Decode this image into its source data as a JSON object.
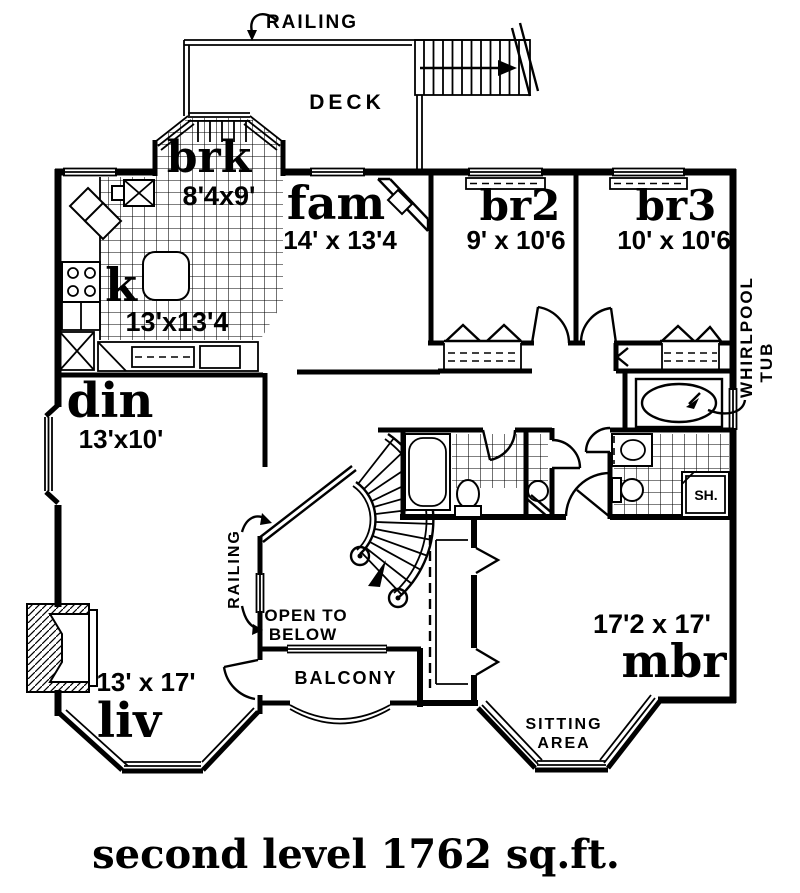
{
  "title": "second level 1762 sq.ft.",
  "rooms": {
    "brk": {
      "name": "brk",
      "dims": "8'4x9'"
    },
    "fam": {
      "name": "fam",
      "dims": "14' x 13'4"
    },
    "br2": {
      "name": "br2",
      "dims": "9' x 10'6"
    },
    "br3": {
      "name": "br3",
      "dims": "10' x 10'6"
    },
    "kitchen": {
      "name": "k",
      "dims": "13'x13'4"
    },
    "din": {
      "name": "din",
      "dims": "13'x10'"
    },
    "liv": {
      "name": "liv",
      "dims": "13' x 17'"
    },
    "mbr": {
      "name": "mbr",
      "dims": "17'2 x 17'"
    }
  },
  "annotations": {
    "deck": "DECK",
    "railing_top": "RAILING",
    "railing_mid": "RAILING",
    "open_to_below_line1": "OPEN TO",
    "open_to_below_line2": "BELOW",
    "balcony": "BALCONY",
    "sitting_line1": "SITTING",
    "sitting_line2": "AREA",
    "whirlpool_line1": "WHIRLPOOL",
    "whirlpool_line2": "TUB",
    "shower": "SH."
  },
  "colors": {
    "ink": "#000000",
    "paper": "#ffffff"
  }
}
